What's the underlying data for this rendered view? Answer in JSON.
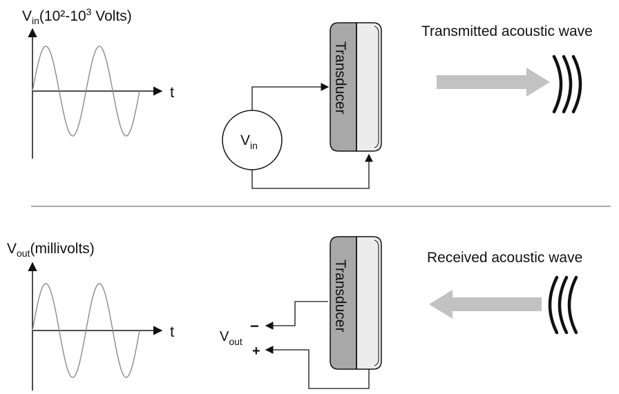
{
  "transmit": {
    "y_axis": {
      "base": "V",
      "sub": "in",
      "rest_a": "(10²-10",
      "sup": "3",
      "rest_b": " Volts)"
    },
    "t_axis": "t",
    "source": {
      "base": "V",
      "sub": "in"
    },
    "transducer_label": "Transducer",
    "wave_label": "Transmitted acoustic wave"
  },
  "receive": {
    "y_axis": {
      "base": "V",
      "sub": "out",
      "rest": "(millivolts)"
    },
    "t_axis": "t",
    "output": {
      "base": "V",
      "sub": "out",
      "minus": "−",
      "plus": "+"
    },
    "transducer_label": "Transducer",
    "wave_label": "Received acoustic wave"
  },
  "colors": {
    "line": "#111111",
    "signal": "#8a8a8a",
    "transducer_body": "#a8a8a8",
    "transducer_face": "#ececec",
    "arrow": "#c2c2c2",
    "divider": "#555555"
  }
}
